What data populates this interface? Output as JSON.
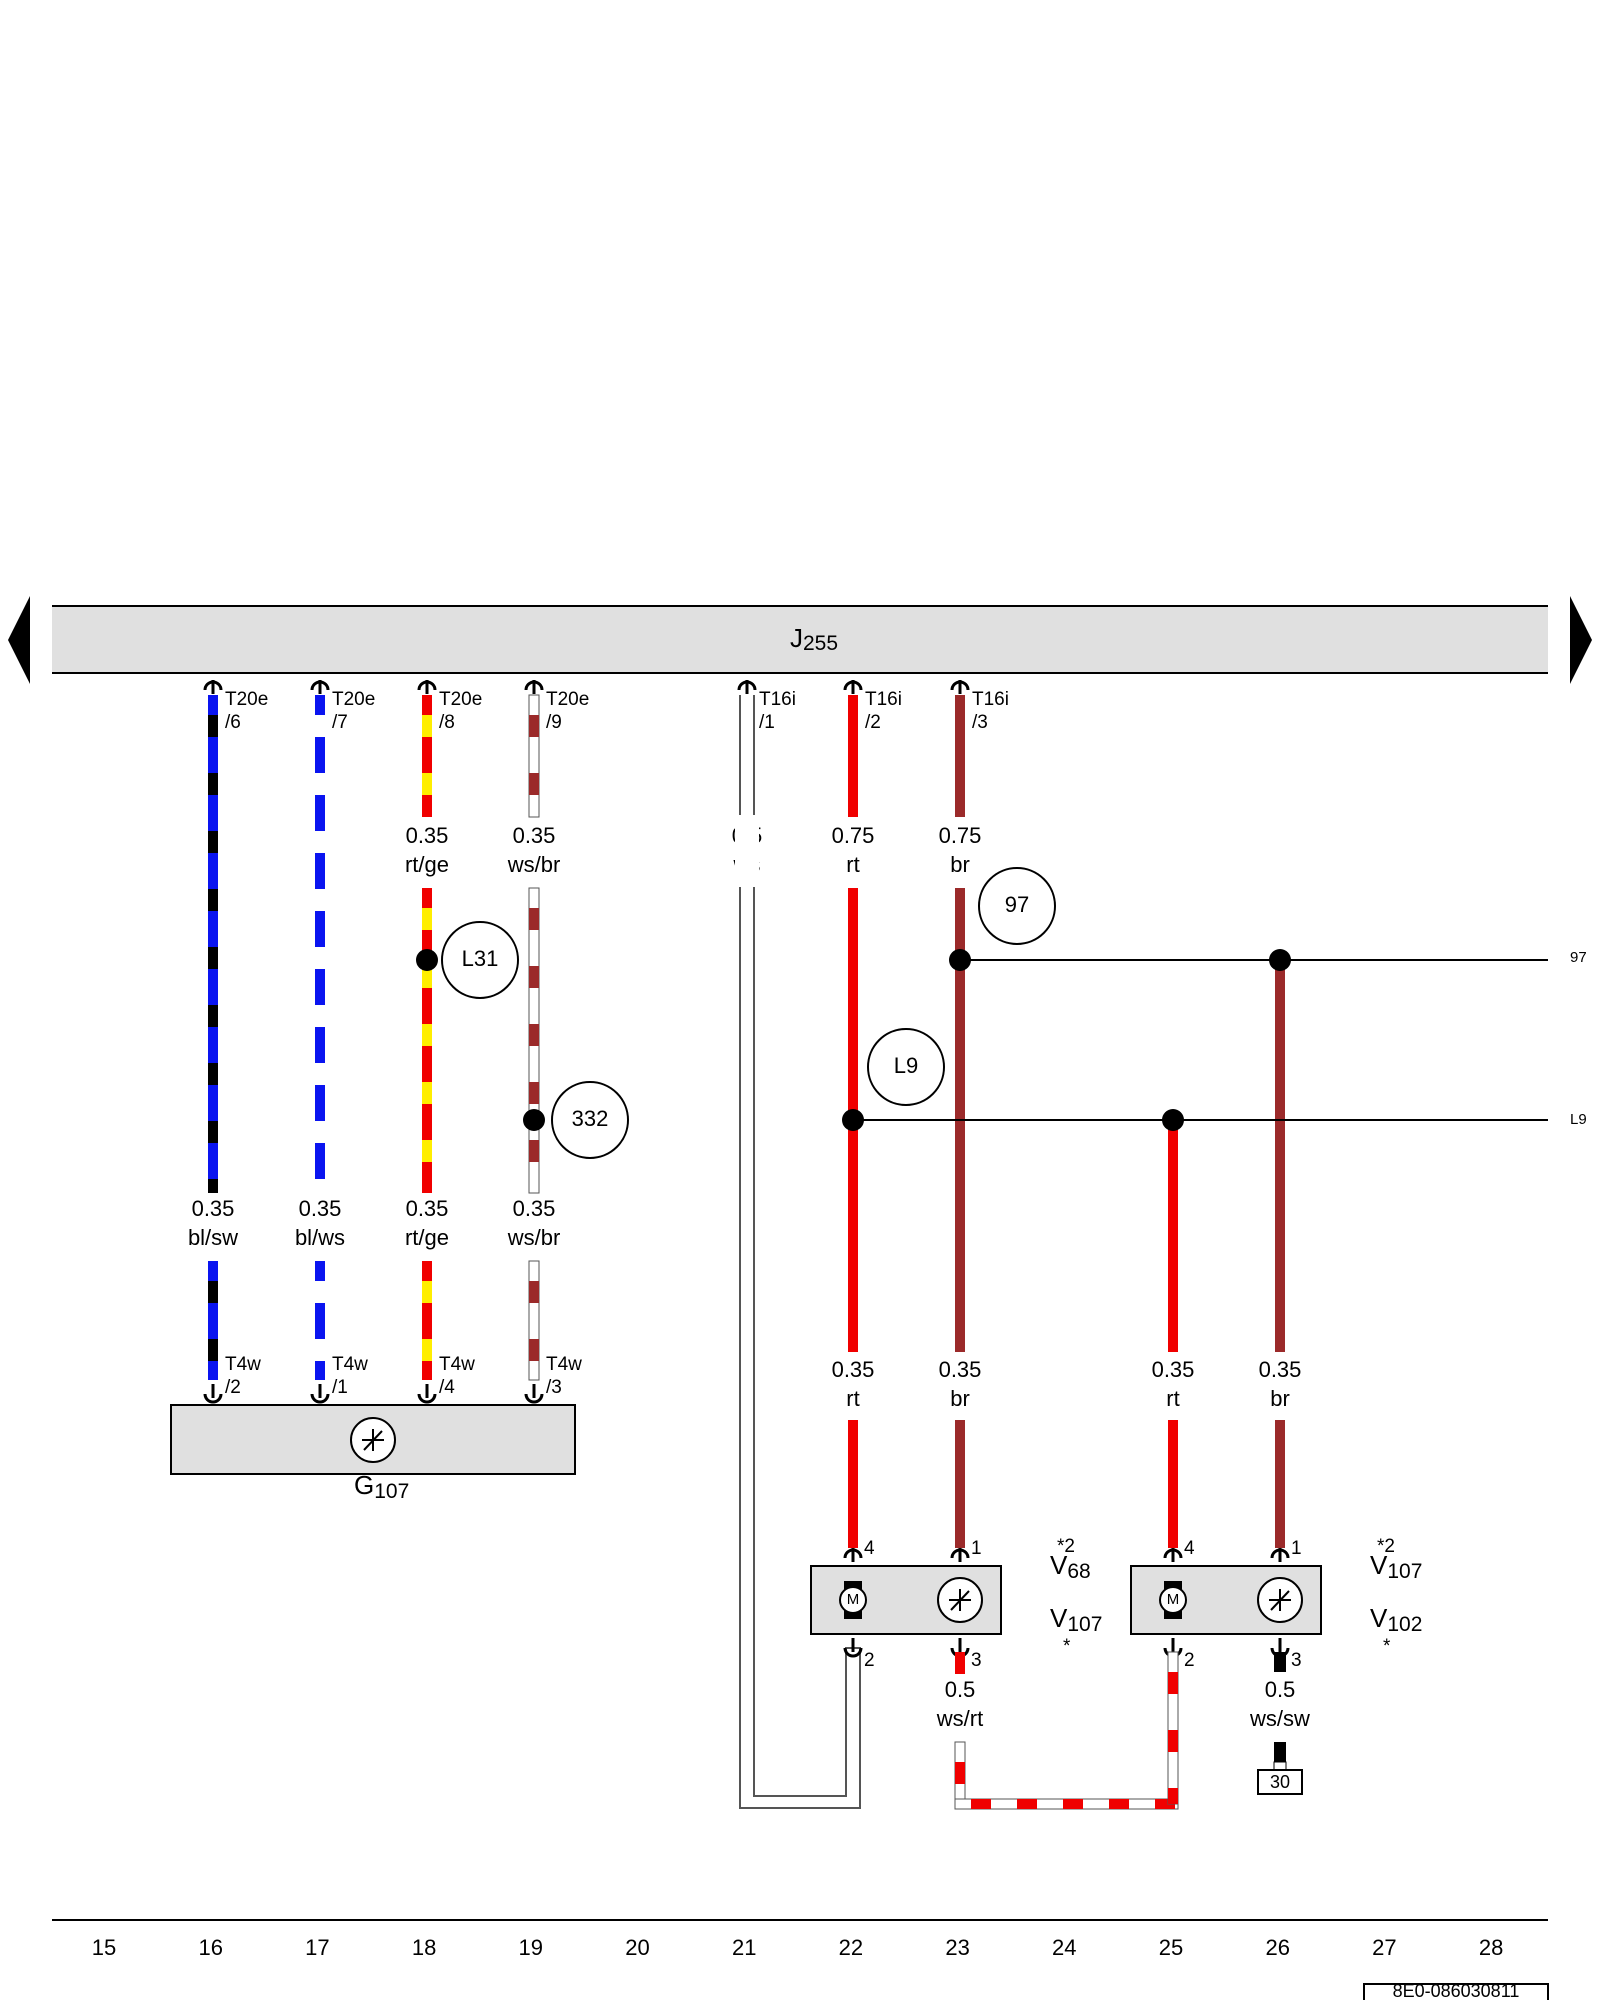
{
  "colors": {
    "bl": "#0a14f0",
    "sw": "#000000",
    "ws": "#ffffff",
    "rt": "#f00000",
    "ge": "#ffee00",
    "br": "#9b2a2a",
    "box": "#e0e0e0"
  },
  "icons": [
    "nav-left-arrow-icon",
    "nav-right-arrow-icon",
    "sensor-symbol-icon",
    "motor-symbol-icon"
  ],
  "control_unit": {
    "label": "J",
    "sub": "255"
  },
  "sensor_g107": {
    "label": "G",
    "sub": "107"
  },
  "wires_left": [
    {
      "top_conn": "T20e",
      "top_pin": "/6",
      "mid_gauge": "",
      "mid_color": "",
      "bot_gauge": "0.35",
      "bot_color": "bl/sw",
      "bot_conn": "T4w",
      "bot_pin": "/2"
    },
    {
      "top_conn": "T20e",
      "top_pin": "/7",
      "mid_gauge": "",
      "mid_color": "",
      "bot_gauge": "0.35",
      "bot_color": "bl/ws",
      "bot_conn": "T4w",
      "bot_pin": "/1"
    },
    {
      "top_conn": "T20e",
      "top_pin": "/8",
      "mid_gauge": "0.35",
      "mid_color": "rt/ge",
      "bot_gauge": "0.35",
      "bot_color": "rt/ge",
      "bot_conn": "T4w",
      "bot_pin": "/4"
    },
    {
      "top_conn": "T20e",
      "top_pin": "/9",
      "mid_gauge": "0.35",
      "mid_color": "ws/br",
      "bot_gauge": "0.35",
      "bot_color": "ws/br",
      "bot_conn": "T4w",
      "bot_pin": "/3"
    }
  ],
  "wires_right_top": [
    {
      "conn": "T16i",
      "pin": "/1",
      "gauge": "0.5",
      "color": "ws"
    },
    {
      "conn": "T16i",
      "pin": "/2",
      "gauge": "0.75",
      "color": "rt"
    },
    {
      "conn": "T16i",
      "pin": "/3",
      "gauge": "0.75",
      "color": "br"
    }
  ],
  "wires_right_mid": [
    {
      "gauge": "0.35",
      "color": "rt"
    },
    {
      "gauge": "0.35",
      "color": "br"
    },
    {
      "gauge": "0.35",
      "color": "rt"
    },
    {
      "gauge": "0.35",
      "color": "br"
    }
  ],
  "wires_right_bottom": [
    {
      "gauge": "0.5",
      "color": "ws/rt"
    },
    {
      "gauge": "0.5",
      "color": "ws/sw"
    }
  ],
  "splices": {
    "l31": "L31",
    "s332": "332",
    "s97": "97",
    "l9": "L9"
  },
  "line_ends": {
    "s97": "97",
    "l9": "L9"
  },
  "motor_a": {
    "pins": {
      "tl": "4",
      "tr": "1",
      "bl": "2",
      "br": "3"
    },
    "label1": "V",
    "sub1": "68",
    "star1": "*2",
    "label2": "V",
    "sub2": "107",
    "star2": "*"
  },
  "motor_b": {
    "pins": {
      "tl": "4",
      "tr": "1",
      "bl": "2",
      "br": "3"
    },
    "label1": "V",
    "sub1": "107",
    "star1": "*2",
    "label2": "V",
    "sub2": "102",
    "star2": "*"
  },
  "motor_symbol": "M",
  "terminal_30": "30",
  "footer": {
    "columns": [
      "15",
      "16",
      "17",
      "18",
      "19",
      "20",
      "21",
      "22",
      "23",
      "24",
      "25",
      "26",
      "27",
      "28"
    ],
    "code": "8E0-086030811"
  }
}
